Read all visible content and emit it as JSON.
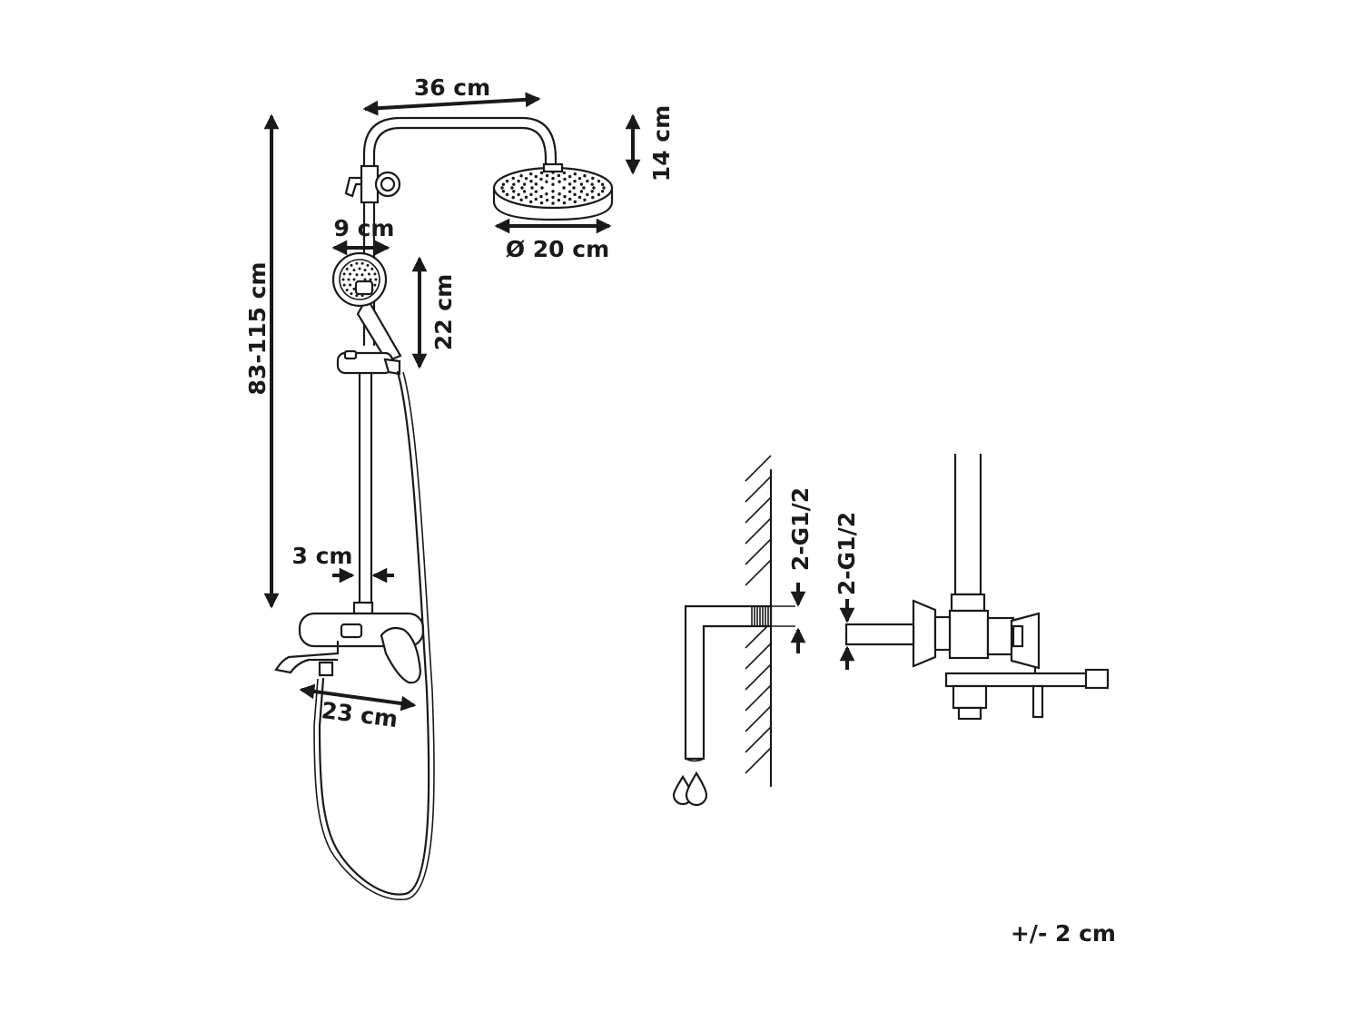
{
  "dimensions": {
    "arm_length": "36 cm",
    "head_height": "14 cm",
    "head_diameter": "Ø 20 cm",
    "hand_shower_width": "9 cm",
    "hand_shower_length": "22 cm",
    "total_height": "83-115 cm",
    "rail_diameter": "3 cm",
    "mixer_length": "23 cm"
  },
  "connection": {
    "wall_thread": "2-G1/2",
    "mixer_thread": "2-G1/2"
  },
  "tolerance": "+/- 2 cm",
  "icons": [
    "water-drops-icon"
  ]
}
